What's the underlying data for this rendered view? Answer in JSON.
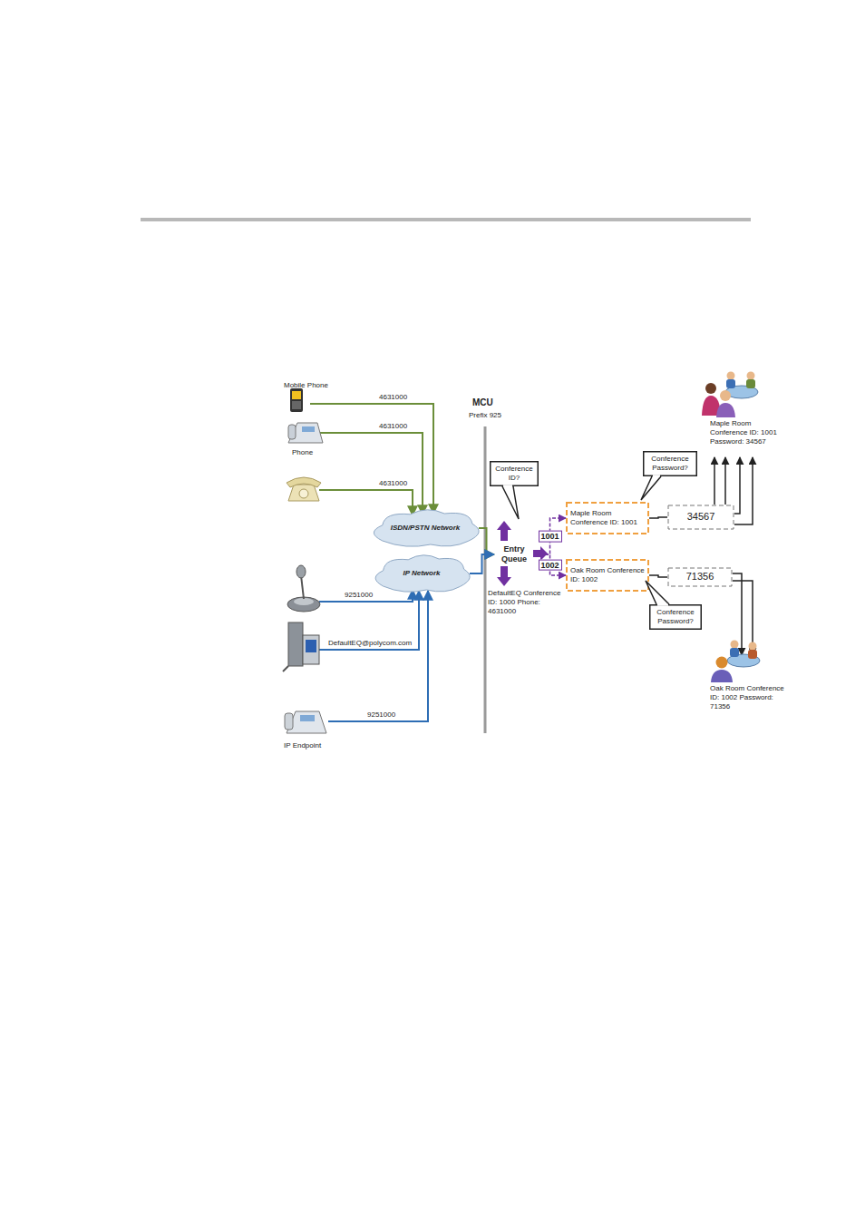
{
  "diagram": {
    "nodes": [
      {
        "text": [
          "Conference ID?"
        ]
      },
      {
        "text": [
          "Conference Password?"
        ]
      },
      {
        "text": [
          "ISDN/PSTN Network"
        ]
      },
      {
        "text": [
          "IP Network"
        ]
      },
      {
        "text": [
          "Entry Queue"
        ]
      },
      {
        "text": [
          "Maple Room Conference ID: 1001"
        ]
      },
      {
        "text": [
          "34567"
        ]
      },
      {
        "text": [
          "Oak Room Conference ID: 1002"
        ]
      },
      {
        "text": [
          "71356"
        ]
      },
      {
        "text": [
          "Conference Password?"
        ]
      }
    ],
    "edges": [
      {
        "from": 2,
        "to": 4,
        "arrow": "to"
      },
      {
        "from": 3,
        "to": 4,
        "arrow": "to"
      },
      {
        "from": 4,
        "to": 5,
        "label": "1001",
        "arrow": "to"
      },
      {
        "from": 4,
        "to": 7,
        "label": "1002",
        "arrow": "to"
      },
      {
        "from": 5,
        "to": 6,
        "arrow": "none"
      },
      {
        "from": 7,
        "to": 8,
        "arrow": "none"
      }
    ],
    "labels": [
      "Mobile Phone",
      "4631000",
      "Phone",
      "4631000",
      "4631000",
      "MCU",
      "Prefix 925",
      "9251000",
      "DefaultEQ@polycom.com",
      "9251000",
      "IP Endpoint",
      "DefaultEQ Conference ID: 1000 Phone: 4631000",
      "Maple Room Conference ID: 1001 Password: 34567",
      "Oak Room Conference ID: 1002 Password: 71356"
    ]
  }
}
